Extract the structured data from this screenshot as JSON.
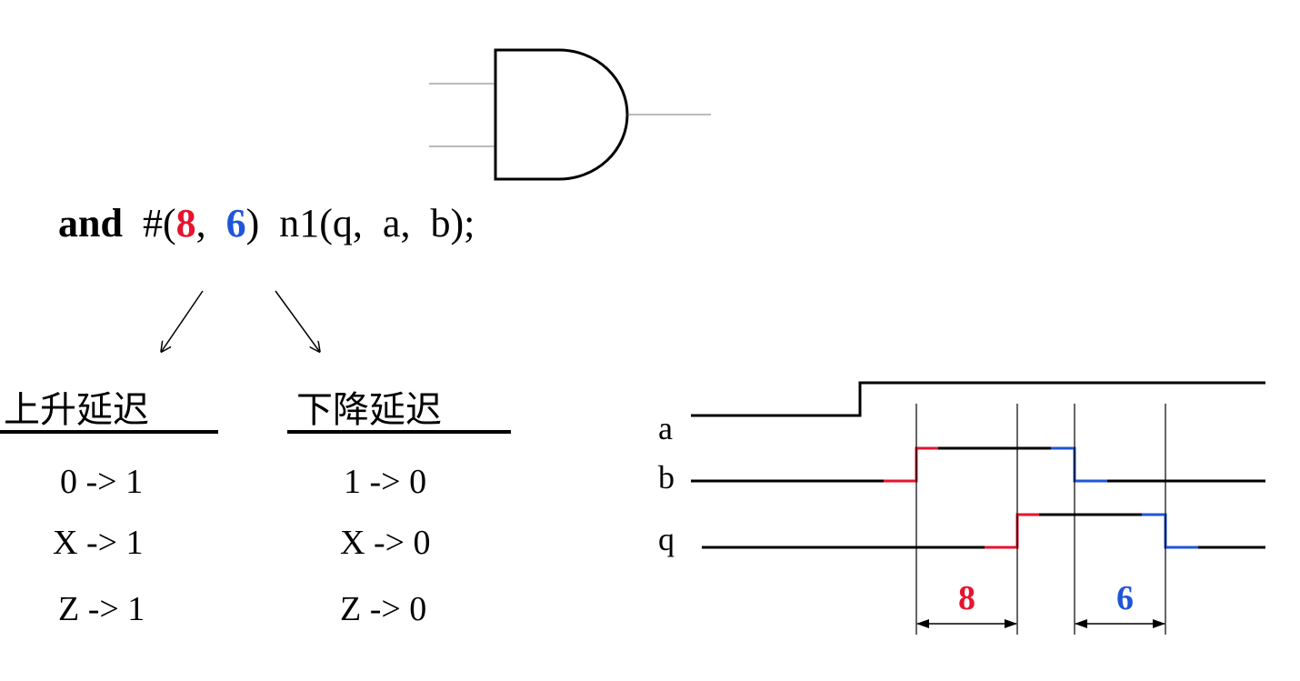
{
  "code": {
    "keyword": "and",
    "hash_open": "#(",
    "rise_value": "8",
    "comma": ",",
    "fall_value": "6",
    "rest": ")  n1(q,  a,  b);"
  },
  "rise_delay": {
    "title": "上升延迟",
    "transitions": [
      "0 -> 1",
      "X -> 1",
      "Z -> 1"
    ]
  },
  "fall_delay": {
    "title": "下降延迟",
    "transitions": [
      "1 -> 0",
      "X -> 0",
      "Z -> 0"
    ]
  },
  "waveform": {
    "signals": [
      "a",
      "b",
      "q"
    ],
    "rise_delay_label": "8",
    "fall_delay_label": "6"
  },
  "colors": {
    "rise": "#e8132e",
    "fall": "#1e56d8"
  }
}
